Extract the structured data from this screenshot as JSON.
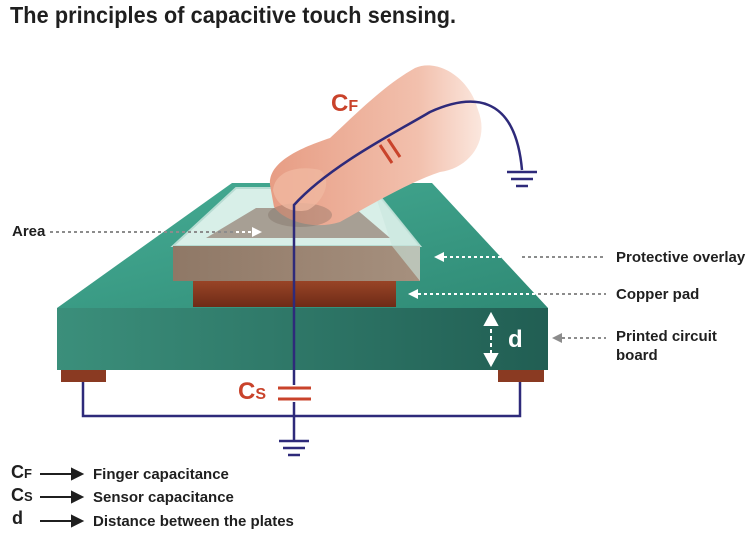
{
  "title": "The principles of capacitive touch sensing.",
  "labels": {
    "area": "Area",
    "protective_overlay": "Protective overlay",
    "copper_pad": "Copper pad",
    "pcb_line1": "Printed circuit",
    "pcb_line2": "board",
    "distance": "d"
  },
  "capacitors": {
    "finger": {
      "main": "C",
      "sub": "F"
    },
    "sensor": {
      "main": "C",
      "sub": "S"
    }
  },
  "legend": [
    {
      "main": "C",
      "sub": "F",
      "text": "Finger capacitance"
    },
    {
      "main": "C",
      "sub": "S",
      "text": "Sensor capacitance"
    },
    {
      "main": "d",
      "sub": "",
      "text": "Distance between the plates"
    }
  ],
  "colors": {
    "pcb": "#2f7d6b",
    "pcb_top": "#3fa58d",
    "copper": "#8a3a22",
    "overlay": "#9e8a78",
    "wire": "#2e2a7a",
    "capacitor": "#c9432b",
    "finger": "#e8a68c"
  }
}
